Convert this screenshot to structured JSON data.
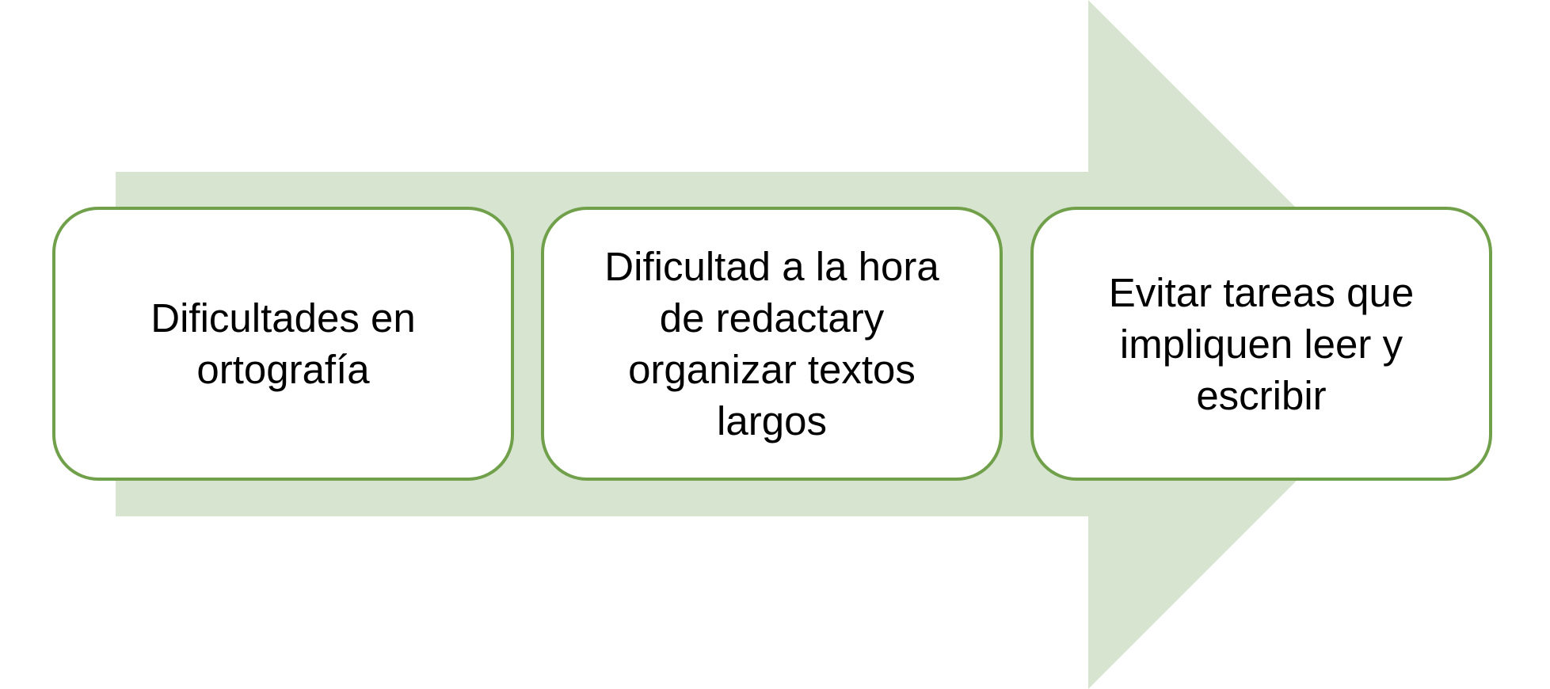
{
  "diagram": {
    "arrow_color": "#d6e4d0",
    "box_border_color": "#70a04a",
    "steps": [
      {
        "text": "Dificultades en\nortografía"
      },
      {
        "text": "Dificultad a la hora\nde redactary\norganizar textos\nlargos"
      },
      {
        "text": "Evitar tareas que\nimpliquen leer y\nescribir"
      }
    ]
  }
}
